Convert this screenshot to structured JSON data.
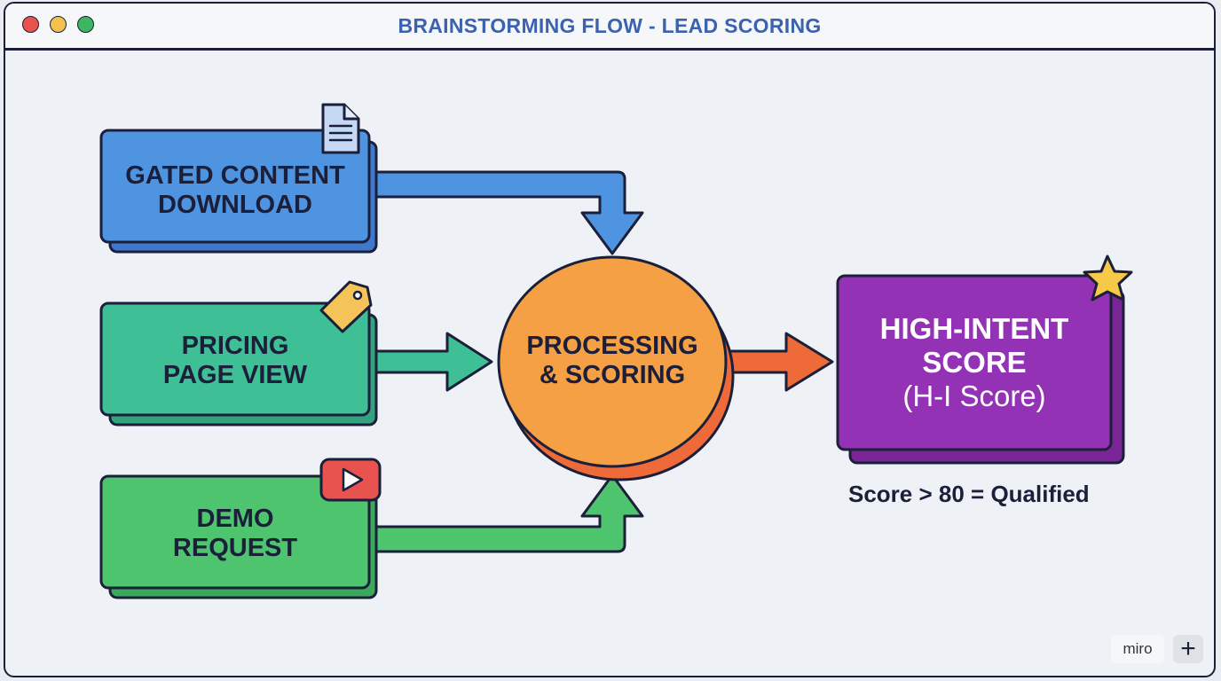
{
  "window": {
    "title": "BRAINSTORMING FLOW - LEAD SCORING"
  },
  "inputs": [
    {
      "line1": "GATED CONTENT",
      "line2": "DOWNLOAD",
      "color": "#4f94e0",
      "icon": "document-icon"
    },
    {
      "line1": "PRICING",
      "line2": "PAGE VIEW",
      "color": "#3fbf95",
      "icon": "price-tag-icon"
    },
    {
      "line1": "DEMO",
      "line2": "REQUEST",
      "color": "#4fc46f",
      "icon": "play-video-icon"
    }
  ],
  "process": {
    "line1": "PROCESSING",
    "line2": "& SCORING",
    "color": "#f5a044"
  },
  "output": {
    "line1": "HIGH-INTENT",
    "line2": "SCORE",
    "line3": "(H-I Score)",
    "color": "#9432b5",
    "icon": "star-icon"
  },
  "output_note": "Score > 80 = Qualified",
  "footer": {
    "brand": "miro",
    "add_symbol": "+"
  },
  "colors": {
    "outline": "#1b1f3a",
    "arrow_out": "#ee6a38",
    "title": "#3b62b0"
  }
}
